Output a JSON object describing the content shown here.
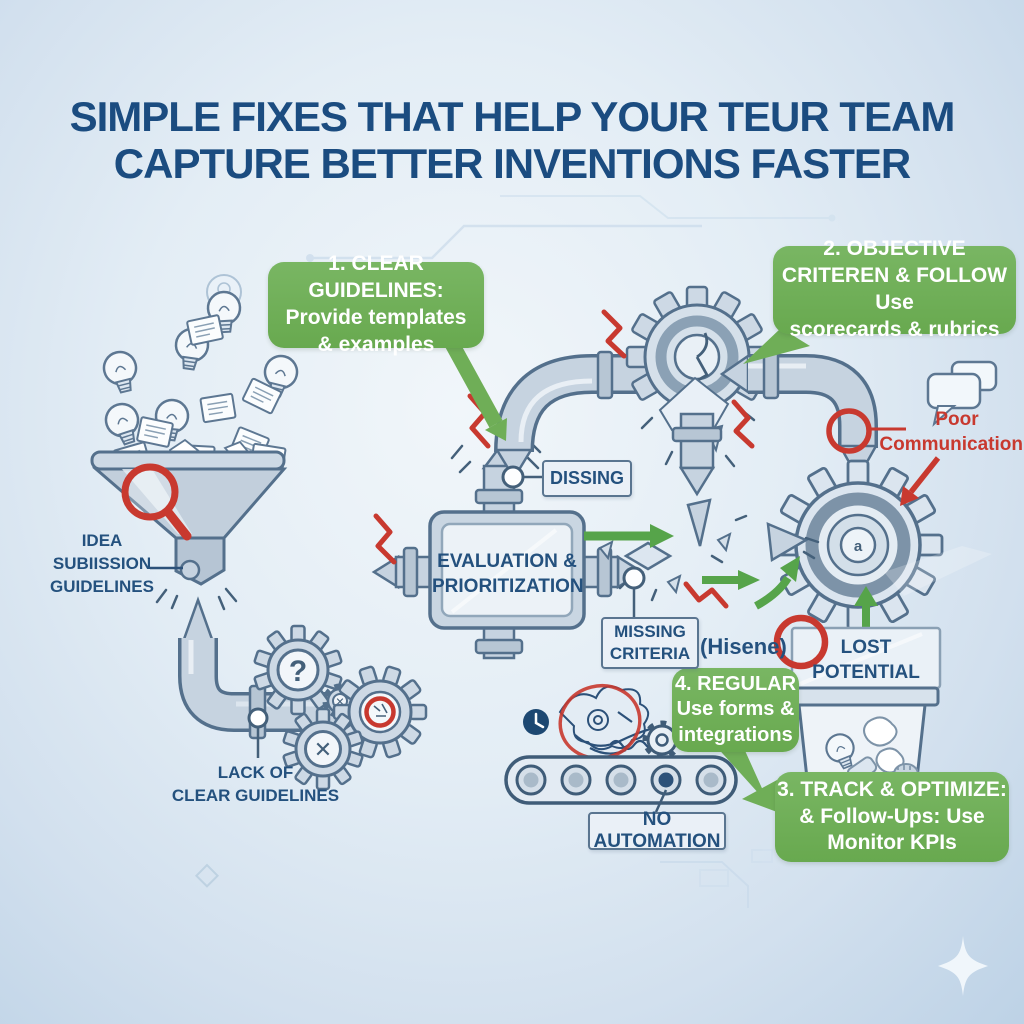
{
  "title": {
    "line1": "SIMPLE FIXES THAT HELP YOUR TEUR TEAM",
    "line2": "CAPTURE BETTER INVENTIONS FASTER"
  },
  "callouts": {
    "clear_guidelines": "1. CLEAR GUIDELINES:\nProvide templates\n& examples",
    "objective_criteria": "2. OBJECTIVE\nCRITEREN & FOLLOW Use\nscorecards & rubrics",
    "track_optimize": "3. TRACK & OPTIMIZE:\n& Follow-Ups: Use\nMonitor KPIs",
    "regular": "4. REGULAR\nUse forms &\nintegrations"
  },
  "labels": {
    "idea_submission": "IDEA\nSUBIISSION\nGUIDELINES",
    "lack_guidelines": "LACK OF\nCLEAR GUIDELINES",
    "dissing": "DISSING",
    "evaluation": "EVALUATION &\nPRIORITIZATION",
    "missing_criteria": "MISSING\nCRITERIA",
    "hisene": "(Hisene)",
    "poor_communication": "Poor\nCommunication?",
    "lost_potential": "LOST\nPOTENTIAL",
    "no_automation": "NO AUTOMATION"
  },
  "icons": {
    "gear_question": "?",
    "gear_x": "✕",
    "gear_center": "a"
  },
  "colors": {
    "accent_green": "#6fae57",
    "alert_red": "#c8392f",
    "navy_text": "#1b4c80",
    "steel_outline": "#54708c",
    "background_blue": "#d8e5f1"
  }
}
